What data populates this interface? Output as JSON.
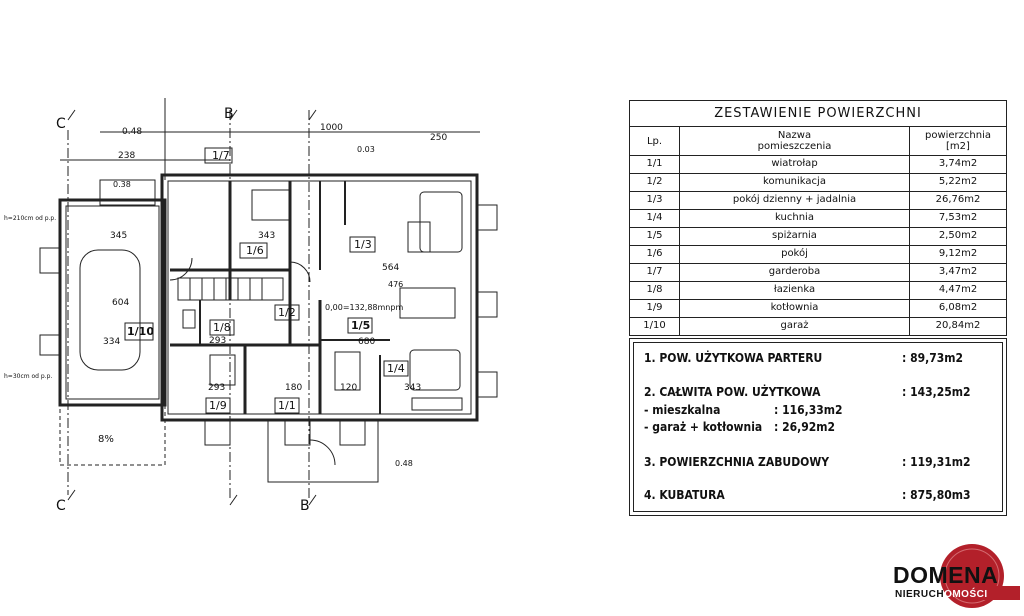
{
  "table": {
    "title": "ZESTAWIENIE POWIERZCHNI",
    "headers": {
      "lp": "Lp.",
      "name_line1": "Nazwa",
      "name_line2": "pomieszczenia",
      "area_line1": "powierzchnia",
      "area_line2": "[m2]"
    },
    "rows": [
      {
        "lp": "1/1",
        "name": "wiatrołap",
        "area": "3,74m2"
      },
      {
        "lp": "1/2",
        "name": "komunikacja",
        "area": "5,22m2"
      },
      {
        "lp": "1/3",
        "name": "pokój dzienny + jadalnia",
        "area": "26,76m2"
      },
      {
        "lp": "1/4",
        "name": "kuchnia",
        "area": "7,53m2"
      },
      {
        "lp": "1/5",
        "name": "spiżarnia",
        "area": "2,50m2"
      },
      {
        "lp": "1/6",
        "name": "pokój",
        "area": "9,12m2"
      },
      {
        "lp": "1/7",
        "name": "garderoba",
        "area": "3,47m2"
      },
      {
        "lp": "1/8",
        "name": "łazienka",
        "area": "4,47m2"
      },
      {
        "lp": "1/9",
        "name": "kotłownia",
        "area": "6,08m2"
      },
      {
        "lp": "1/10",
        "name": "garaż",
        "area": "20,84m2"
      }
    ]
  },
  "summary": {
    "l1_label": "1. POW. UŻYTKOWA PARTERU",
    "l1_value": ": 89,73m2",
    "l2_label": "2. CAŁWITA POW. UŻYTKOWA",
    "l2_value": ": 143,25m2",
    "l2a_label": "- mieszkalna",
    "l2a_value": ": 116,33m2",
    "l2b_label": "- garaż + kotłownia",
    "l2b_value": ": 26,92m2",
    "l3_label": "3. POWIERZCHNIA ZABUDOWY",
    "l3_value": ": 119,31m2",
    "l4_label": "4. KUBATURA",
    "l4_value": ": 875,80m3"
  },
  "plan": {
    "axis_c": "C",
    "axis_b": "B",
    "dim_top": "1000",
    "dim_238": "238",
    "dim_048": "0.48",
    "dim_038": "0.38",
    "dim_003": "0.03",
    "dim_250": "250",
    "dim_345": "345",
    "dim_343": "343",
    "dim_564": "564",
    "dim_604": "604",
    "dim_334": "334",
    "dim_680": "680",
    "dim_293a": "293",
    "dim_293b": "293",
    "dim_180": "180",
    "dim_120": "120",
    "dim_343b": "343",
    "dim_476": "476",
    "level": "0,00=132,88mnpm",
    "h210": "h=210cm od p.p.",
    "h30": "h=30cm od p.p.",
    "slope": "8%",
    "dim_048b": "0.48",
    "rooms": {
      "r1": "1/1",
      "r2": "1/2",
      "r3": "1/3",
      "r4": "1/4",
      "r5": "1/5",
      "r6": "1/6",
      "r7": "1/7",
      "r8": "1/8",
      "r9": "1/9",
      "r10": "1/10"
    }
  },
  "logo": {
    "main": "DOMENA",
    "sub_a": "NIERUCH",
    "sub_b": "OMOŚCI",
    "red": "#b3202a"
  }
}
